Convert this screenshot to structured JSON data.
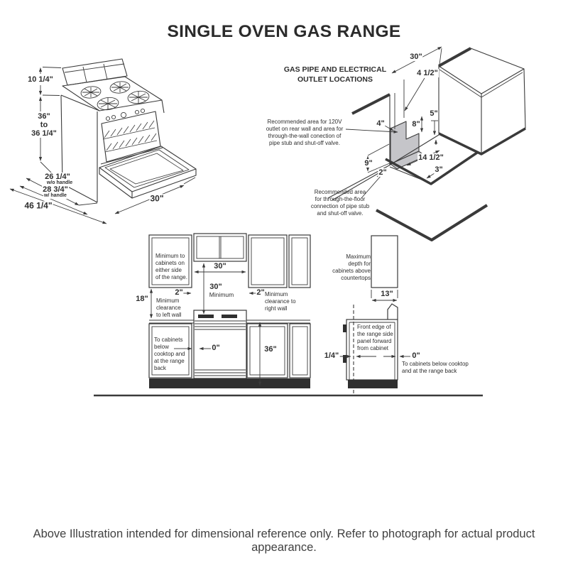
{
  "title": "SINGLE OVEN GAS RANGE",
  "footnote": "Above Illustration intended for dimensional reference only. Refer to photograph for actual product appearance.",
  "colors": {
    "line": "#3a3a3a",
    "recommended_area_fill": "#c5c5c9",
    "black_fill": "#2f2f2f"
  },
  "stove": {
    "backsplash_height": "10 1/4\"",
    "height_range": "36\"\nto\n36 1/4\"",
    "depth_no_handle": "26 1/4\"",
    "depth_no_handle_note": "w/o handle",
    "depth_with_handle": "28 3/4\"",
    "depth_with_handle_note": "w/ handle",
    "depth_door_open": "46 1/4\"",
    "width": "30\""
  },
  "gas": {
    "title": "GAS PIPE AND ELECTRICAL\nOUTLET LOCATIONS",
    "wall_note": "Recommended area for 120V\noutlet on rear wall and area for\nthrough-the-wall conection of\npipe stub and shut-off valve.",
    "floor_note": "Recommended area\nfor through-the-floor\nconnection of pipe stub\nand shut-off valve.",
    "dim_width": "30\"",
    "dim_offset": "4 1/2\"",
    "dim_outlet_left": "4\"",
    "dim_outlet_height": "8\"",
    "dim_base_height": "5\"",
    "dim_floor_depth": "9\"",
    "dim_corner": "2\"",
    "dim_floor_width": "14 1/2\"",
    "dim_floor_edge": "3\""
  },
  "clear": {
    "cab_note": "Minimum to\ncabinets on\neither side\nof the range.",
    "width_top": "30\"",
    "width_min_val": "30\"",
    "width_min_word": "Minimum",
    "gap_left": "2\"",
    "gap_right": "2\"",
    "upper_gap": "18\"",
    "left_wall_note": "Minimum\nclearance\nto left wall",
    "right_wall_note": "Minimum\nclearance to\nright wall",
    "below_note": "To cabinets\nbelow\ncooktop and\nat the range\nback",
    "zero_left": "0\"",
    "counter_height": "36\"",
    "max_depth_note": "Maximum\ndepth for\ncabinets above\ncountertops",
    "cab_depth": "13\"",
    "front_edge": "1/4\"",
    "front_edge_note": "Front edge of\nthe range side\npanel forward\nfrom cabinet",
    "zero_right": "0\"",
    "zero_right_note": "To cabinets below cooktop\nand at the range back"
  }
}
